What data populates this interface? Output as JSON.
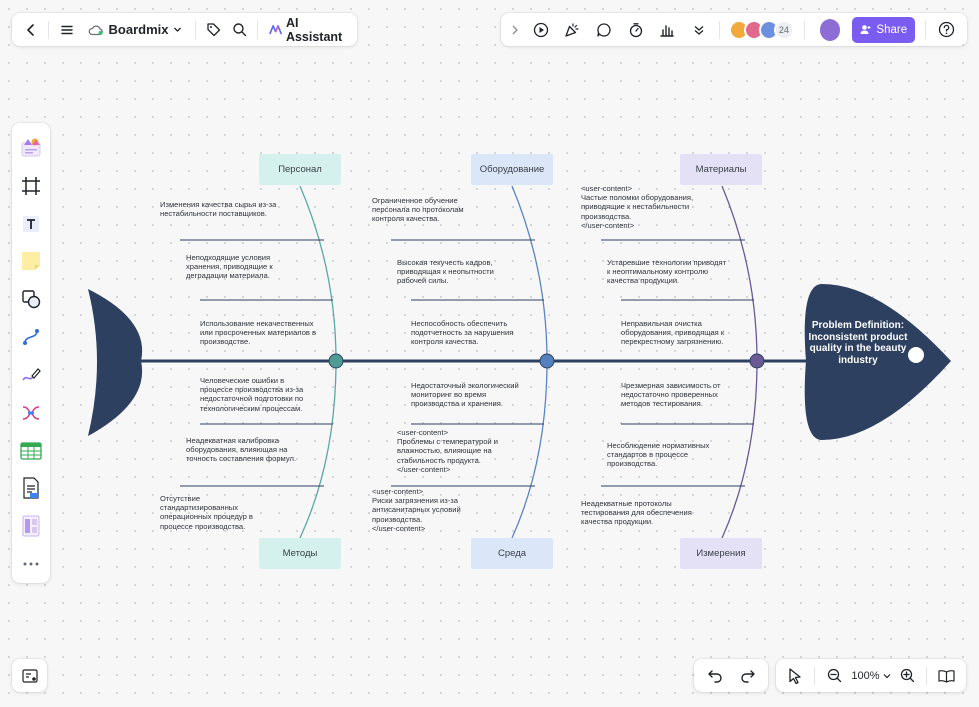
{
  "app": {
    "brand": "Boardmix",
    "ai_label": "AI Assistant",
    "share_label": "Share",
    "collaborator_count": "24",
    "zoom": "100%"
  },
  "colors": {
    "accent": "#7b5cf0",
    "fish": "#2d4060",
    "spine": "#2d4060"
  },
  "icons": {
    "top_left": [
      "back-icon",
      "menu-icon",
      "cloud-icon",
      "tag-icon",
      "search-icon",
      "ai-logo-icon"
    ],
    "top_right": [
      "expand-icon",
      "play-icon",
      "celebrate-icon",
      "comment-icon",
      "timer-icon",
      "chart-icon",
      "more-down-icon",
      "help-icon"
    ],
    "side": [
      "templates-icon",
      "frame-icon",
      "text-icon",
      "sticky-note-icon",
      "shape-icon",
      "connector-icon",
      "pen-icon",
      "mindmap-icon",
      "table-icon",
      "document-icon",
      "layout-icon",
      "more-icon"
    ],
    "bottom": [
      "minimap-icon",
      "undo-icon",
      "redo-icon",
      "pointer-icon",
      "zoom-out-icon",
      "zoom-in-icon",
      "book-icon"
    ]
  },
  "diagram": {
    "problem": "Problem Definition: Inconsistent product quality in the beauty industry",
    "categories": {
      "personnel": "Персонал",
      "equipment": "Оборудование",
      "materials": "Материалы",
      "methods": "Методы",
      "environment": "Среда",
      "measurement": "Измерения"
    },
    "notes": {
      "p1": "Изменения качества сырья из-за\nнестабильности поставщиков.",
      "p2": "Неподходящие условия\nхранения, приводящие к\nдеградации материала.",
      "p3": "Использование некачественных\nили просроченных материалов в\nпроизводстве.",
      "e1": "Ограниченное обучение\nперсонала по протоколам\nконтроля качества.",
      "e2": "Высокая текучесть кадров,\nприводящая к неопытности\nрабочей силы.",
      "e3": "Неспособность обеспечить\nподотчетность за нарушения\nконтроля качества.",
      "m1": "<user-content>\nЧастые поломки оборудования,\nприводящие к нестабильности\nпроизводства.\n</user-content>",
      "m2": "Устаревшие технологии приводят\nк неоптимальному контролю\nкачества продукции.",
      "m3": "Неправильная очистка\nоборудования, приводящая к\nперекрестному загрязнению.",
      "me1": "Человеческие ошибки в\nпроцессе производства из-за\nнедостаточной подготовки по\nтехнологическим процессам.",
      "me2": "Неадекватная калибровка\nоборудования, влияющая на\nточность составления формул.",
      "me3": "Отсутствие\nстандартизированных\nоперационных процедур в\nпроцессе производства.",
      "en1": "Недостаточный экологический\nмониторинг во время\nпроизводства и хранения.",
      "en2": "<user-content>\nПроблемы с температурой и\nвлажностью, влияющие на\nстабильность продукта.\n</user-content>",
      "en3": "<user-content>\nРиски загрязнения из-за\nантисанитарных условий\nпроизводства.\n</user-content>",
      "ms1": "Чрезмерная зависимость от\nнедостаточно проверенных\nметодов тестирования.",
      "ms2": "Несоблюдение нормативных\nстандартов в процессе\nпроизводства.",
      "ms3": "Неадекватные протоколы\nтестирования для обеспечения\nкачества продукции."
    }
  }
}
